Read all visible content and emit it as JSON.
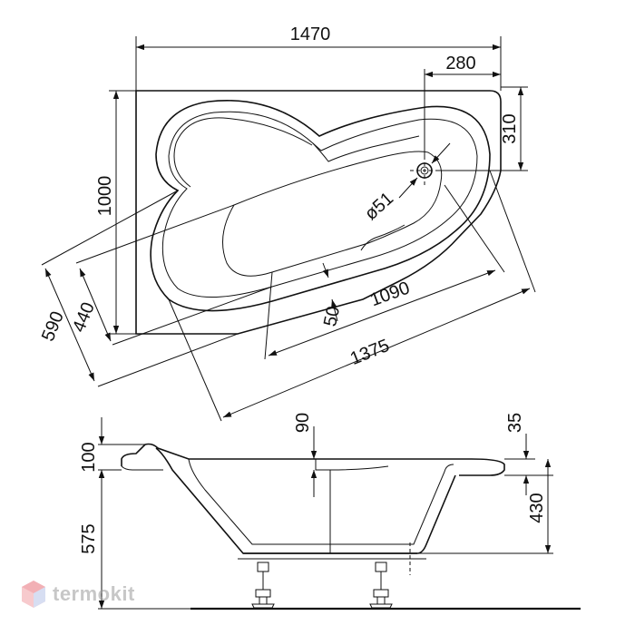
{
  "dimensions": {
    "top_width": "1470",
    "drain_offset_x": "280",
    "drain_offset_y": "310",
    "total_depth": "1000",
    "drain_diameter": "ø51",
    "inner_length": "1090",
    "outer_length": "1375",
    "seat_gap": "50",
    "inner_width": "440",
    "outer_width": "590",
    "rim_height": "100",
    "step_depth": "90",
    "rim_thickness": "35",
    "leg_height": "575",
    "tub_height": "430"
  },
  "watermark": {
    "brand": "termokit"
  }
}
